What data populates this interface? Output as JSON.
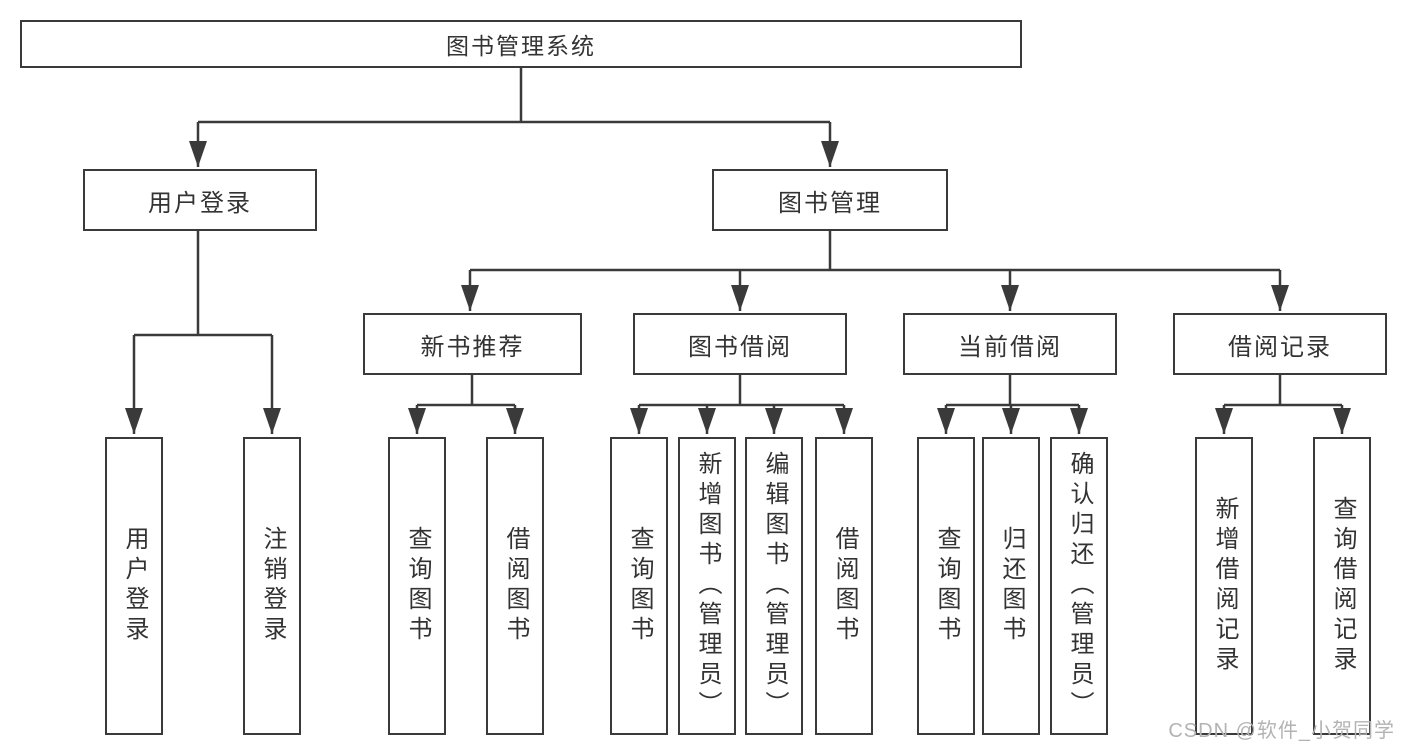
{
  "tree": {
    "root": "图书管理系统",
    "branches": [
      {
        "label": "用户登录",
        "children": [
          "用户登录",
          "注销登录"
        ]
      },
      {
        "label": "图书管理",
        "groups": [
          {
            "label": "新书推荐",
            "children": [
              "查询图书",
              "借阅图书"
            ]
          },
          {
            "label": "图书借阅",
            "children": [
              "查询图书",
              "新增图书（管理员）",
              "编辑图书（管理员）",
              "借阅图书"
            ]
          },
          {
            "label": "当前借阅",
            "children": [
              "查询图书",
              "归还图书",
              "确认归还（管理员）"
            ]
          },
          {
            "label": "借阅记录",
            "children": [
              "新增借阅记录",
              "查询借阅记录"
            ]
          }
        ]
      }
    ]
  },
  "watermark": "CSDN @软件_小贺同学"
}
